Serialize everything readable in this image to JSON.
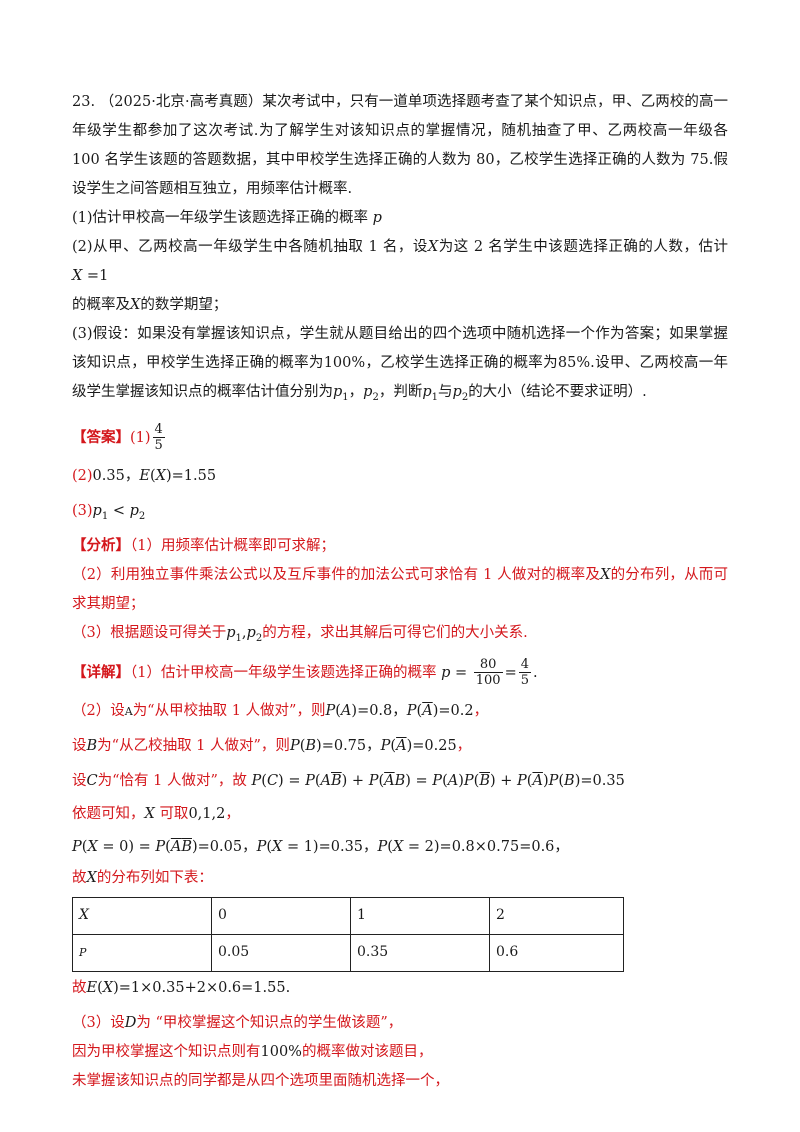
{
  "question": {
    "number": "23.",
    "source": "（2025·北京·高考真题）",
    "intro": "某次考试中，只有一道单项选择题考查了某个知识点，甲、乙两校的高一年级学生都参加了这次考试.为了解学生对该知识点的掌握情况，随机抽查了甲、乙两校高一年级各 100 名学生该题的答题数据，其中甲校学生选择正确的人数为 80，乙校学生选择正确的人数为 75.假设学生之间答题相互独立，用频率估计概率.",
    "part1": "(1)估计甲校高一年级学生该题选择正确的概率",
    "part2_a": "(2)从甲、乙两校高一年级学生中各随机抽取 1 名，设",
    "part2_b": "为这 2 名学生中该题选择正确的人数，估计",
    "part2_c": "的概率及",
    "part2_d": "的数学期望；",
    "part3_a": "(3)假设：如果没有掌握该知识点，学生就从题目给出的四个选项中随机选择一个作为答案；如果掌握该知识点，甲校学生选择正确的概率为",
    "part3_b": "，乙校学生选择正确的概率为",
    "part3_c": ".设甲、乙两校高一年级学生掌握该知识点的概率估计值分别为",
    "part3_d": "，判断",
    "part3_e": "与",
    "part3_f": "的大小（结论不要求证明）.",
    "pct100": "100%",
    "pct85": "85%"
  },
  "answer": {
    "label": "【答案】",
    "a1_prefix": "(1)",
    "a1_num": "4",
    "a1_den": "5",
    "a2_prefix": "(2)",
    "a2_value": "0.35",
    "a2_expect": "=1.55",
    "a3_prefix": "(3)"
  },
  "analysis": {
    "label": "【分析】",
    "l1": "（1）用频率估计概率即可求解；",
    "l2_a": "（2）利用独立事件乘法公式以及互斥事件的加法公式可求恰有 1 人做对的概率及",
    "l2_b": "的分布列，从而可求其期望；",
    "l3_a": "（3）根据题设可得关于",
    "l3_b": "的方程，求出其解后可得它们的大小关系."
  },
  "detail": {
    "label": "【详解】",
    "d1": "（1）估计甲校高一年级学生该题选择正确的概率",
    "d1_num": "80",
    "d1_den": "100",
    "d1_num2": "4",
    "d1_den2": "5",
    "d2_a": "（2）设",
    "d2_b": "为“从甲校抽取 1 人做对”，则",
    "d2_pa": "=0.8",
    "d2_pna": "=0.2",
    "d3_a": "设",
    "d3_b": "为“从乙校抽取 1 人做对”，则",
    "d3_pb": "=0.75",
    "d3_pnb": "=0.25",
    "d4_a": "设",
    "d4_b": "为“恰有 1 人做对”，故",
    "d4_val": "=0.35",
    "d5_a": "依题可知，",
    "d5_b": "可取",
    "d5_vals": "0,1,2",
    "d6_p0": "=0.05",
    "d6_p1": "=0.35",
    "d6_p2": "=0.8×0.75=0.6",
    "d7": "故",
    "d7_b": "的分布列如下表：",
    "d8_a": "故",
    "d8_b": "=1×0.35+2×0.6=1.55",
    "d9_a": "（3）设",
    "d9_b": "为 “甲校掌握这个知识点的学生做该题”，",
    "d10_a": "因为甲校掌握这个知识点则有",
    "d10_b": "的概率做对该题目，",
    "d11": "未掌握该知识点的同学都是从四个选项里面随机选择一个，"
  },
  "table": {
    "header": [
      "X",
      "0",
      "1",
      "2"
    ],
    "row": [
      "P",
      "0.05",
      "0.35",
      "0.6"
    ]
  }
}
